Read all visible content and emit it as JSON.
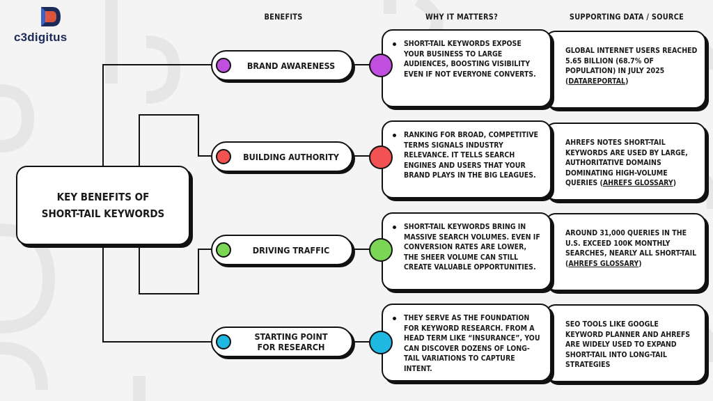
{
  "brand": {
    "name": "c3digitus"
  },
  "headers": {
    "benefits": "Benefits",
    "why": "Why it matters?",
    "data": "Supporting Data / Source"
  },
  "central": {
    "label": "Key Benefits of\nShort-Tail Keywords"
  },
  "colors": {
    "brand_awareness": "#c04fe0",
    "building_authority": "#f25252",
    "driving_traffic": "#7bd655",
    "starting_point": "#1fb8e0",
    "logo_blue": "#1c2a57",
    "logo_accent": "#f05a3c"
  },
  "rows": [
    {
      "benefit": "Brand Awareness",
      "why": "Short-tail keywords expose your business to large audiences, boosting visibility even if not everyone converts.",
      "data_text": "Global internet users reached 5.65 billion (68.7% of population) in July 2025 (",
      "data_link": "DataReportal",
      "data_end": ")"
    },
    {
      "benefit": "Building Authority",
      "why": "Ranking for broad, competitive terms signals industry relevance. It tells search engines and users that your brand plays in the big leagues.",
      "data_text": "Ahrefs notes short-tail keywords are used by large, authoritative domains dominating high-volume queries (",
      "data_link": "Ahrefs Glossary",
      "data_end": ")"
    },
    {
      "benefit": "Driving Traffic",
      "why": "Short-tail keywords bring in massive search volumes. Even if conversion rates are lower, the sheer volume can still create valuable opportunities.",
      "data_text": "Around 31,000 queries in the U.S. exceed 100K monthly searches, nearly all short-tail (",
      "data_link": "Ahrefs Glossary",
      "data_end": ")"
    },
    {
      "benefit": "Starting Point\nfor Research",
      "why": "They serve as the foundation for keyword research. From a head term like “insurance”, you can discover dozens of long-tail variations to capture intent.",
      "data_text": "SEO tools like Google Keyword Planner and Ahrefs are widely used to expand short-tail into long-tail strategies",
      "data_link": "",
      "data_end": ""
    }
  ]
}
